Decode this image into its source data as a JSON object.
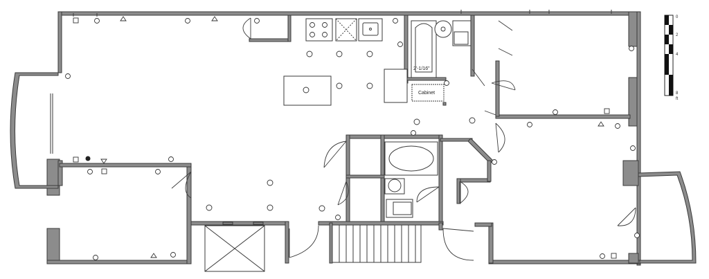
{
  "labels": {
    "cabinet": "Cabinet",
    "dimension": "2'-1/16\""
  },
  "scale_bar": {
    "ticks": [
      "0",
      "2",
      "4",
      "8"
    ],
    "unit": "ft"
  }
}
